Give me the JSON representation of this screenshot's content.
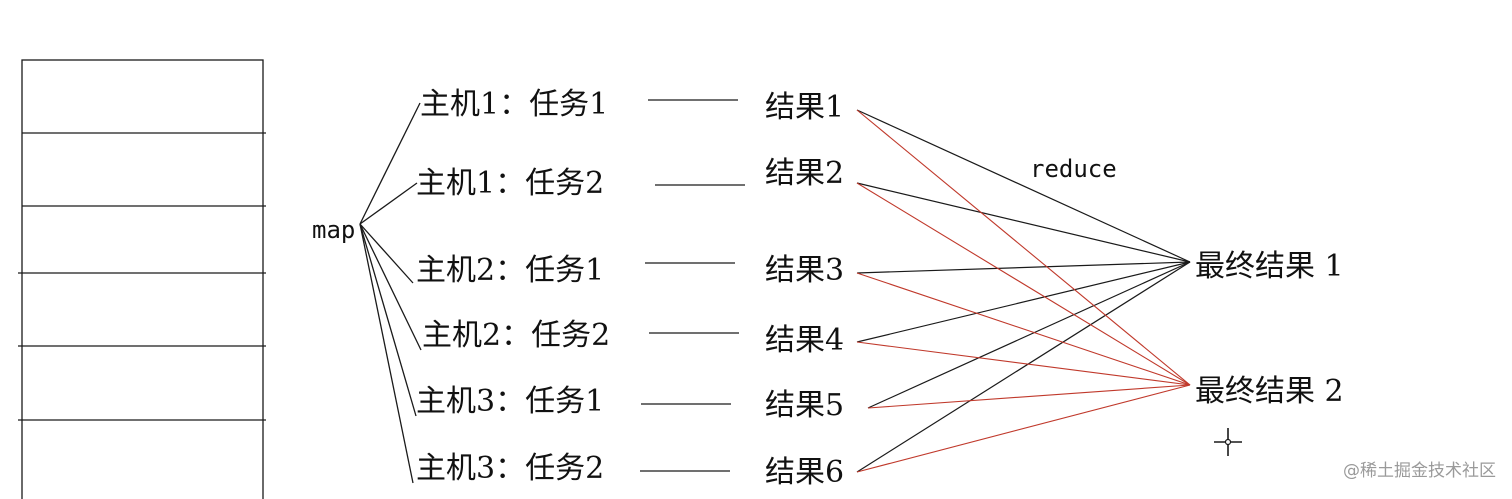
{
  "diagram": {
    "map_label": "map",
    "reduce_label": "reduce",
    "tasks": [
      "主机1：任务1",
      "主机1：任务2",
      "主机2：任务1",
      "主机2：任务2",
      "主机3：任务1",
      "主机3：任务2"
    ],
    "results": [
      "结果1",
      "结果2",
      "结果3",
      "结果4",
      "结果5",
      "结果6"
    ],
    "final_results": [
      "最终结果 1",
      "最终结果 2"
    ]
  },
  "watermark": "@稀土掘金技术社区",
  "colors": {
    "line_black": "#1a1a1a",
    "line_red": "#c0392b"
  }
}
